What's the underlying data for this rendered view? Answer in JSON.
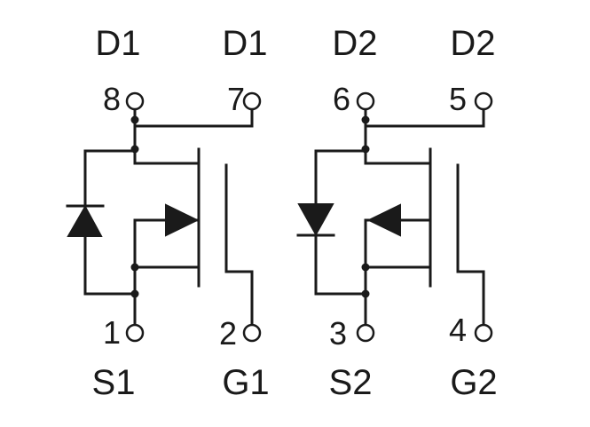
{
  "pins": {
    "top": [
      {
        "name": "D1",
        "number": "8"
      },
      {
        "name": "D1",
        "number": "7"
      },
      {
        "name": "D2",
        "number": "6"
      },
      {
        "name": "D2",
        "number": "5"
      }
    ],
    "bottom": [
      {
        "name": "S1",
        "number": "1"
      },
      {
        "name": "G1",
        "number": "2"
      },
      {
        "name": "S2",
        "number": "3"
      },
      {
        "name": "G2",
        "number": "4"
      }
    ]
  }
}
